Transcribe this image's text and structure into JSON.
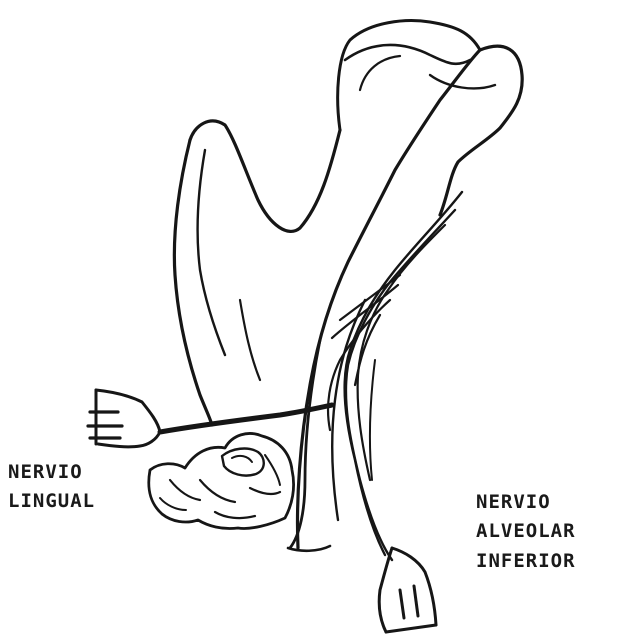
{
  "labels": {
    "lingual": {
      "line1": "NERVIO",
      "line2": "LINGUAL"
    },
    "alveolar": {
      "line1": "NERVIO",
      "line2": "ALVEOLAR",
      "line3": "INFERIOR"
    }
  },
  "colors": {
    "ink": "#161616",
    "paper": "#ffffff"
  }
}
